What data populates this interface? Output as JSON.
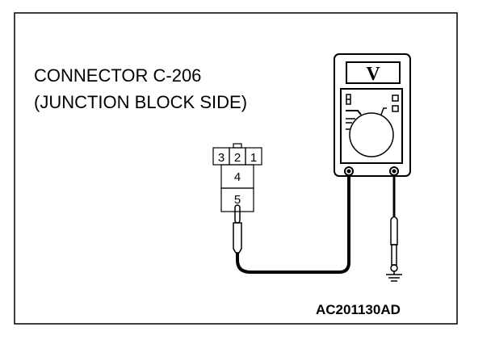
{
  "title_line1": "CONNECTOR C-206",
  "title_line2": "(JUNCTION BLOCK SIDE)",
  "connector": {
    "pins": [
      "3",
      "2",
      "1",
      "4",
      "5"
    ]
  },
  "meter": {
    "mode": "V"
  },
  "figure_id": "AC201130AD"
}
